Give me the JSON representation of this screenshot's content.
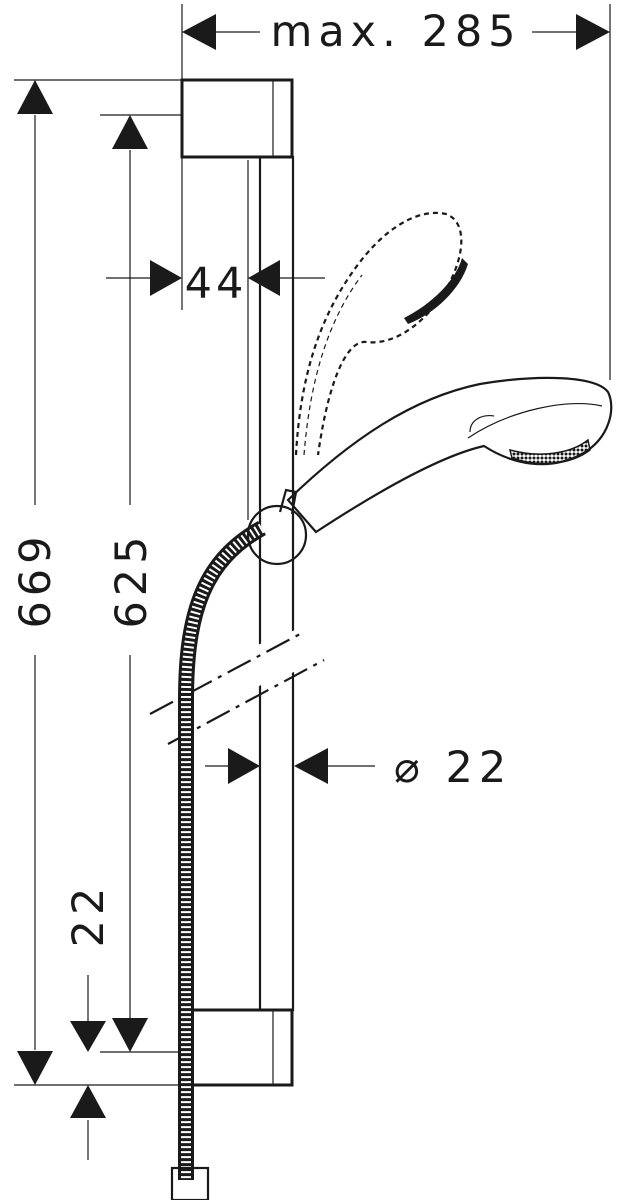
{
  "dimensions": {
    "max_width_label": "max. 285",
    "overall_height_label": "669",
    "bar_length_label": "625",
    "bar_depth_label": "44",
    "rod_diameter_label": "⌀ 22",
    "bottom_offset_label": "22"
  },
  "colors": {
    "ink": "#1a1a1a",
    "paper": "#ffffff"
  }
}
